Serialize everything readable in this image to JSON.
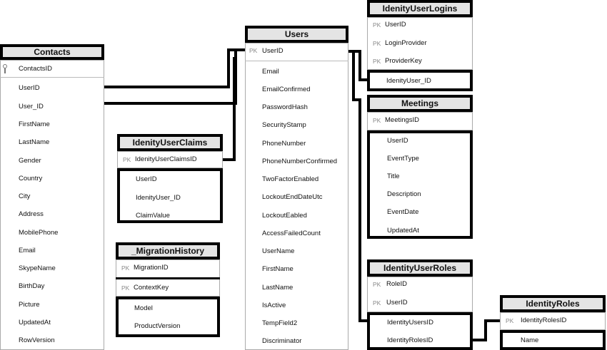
{
  "tables": {
    "contacts": {
      "title": "Contacts",
      "pk": "ContactsID",
      "fields": [
        "UserID",
        "User_ID",
        "FirstName",
        "LastName",
        "Gender",
        "Country",
        "City",
        "Address",
        "MobilePhone",
        "Email",
        "SkypeName",
        "BirthDay",
        "Picture",
        "UpdatedAt",
        "RowVersion"
      ]
    },
    "users": {
      "title": "Users",
      "pk": "UserID",
      "fields": [
        "Email",
        "EmailConfirmed",
        "PasswordHash",
        "SecurityStamp",
        "PhoneNumber",
        "PhoneNumberConfirmed",
        "TwoFactorEnabled",
        "LockoutEndDateUtc",
        "LockoutEabled",
        "AccessFailedCount",
        "UserName",
        "FirstName",
        "LastName",
        "IsActive",
        "TempField2",
        "Discriminator"
      ]
    },
    "identity_user_claims": {
      "title": "IdenityUserClaims",
      "pk": "IdenityUserClaimsID",
      "fields": [
        "UserID",
        "IdenityUser_ID",
        "ClaimValue"
      ]
    },
    "migration_history": {
      "title": "_MigrationHistory",
      "pks": [
        "MigrationID",
        "ContextKey"
      ],
      "fields": [
        "Model",
        "ProductVersion"
      ]
    },
    "identity_user_logins": {
      "title": "IdenityUserLogins",
      "pks": [
        "UserID",
        "LoginProvider",
        "ProviderKey"
      ],
      "fields": [
        "IdenityUser_ID"
      ]
    },
    "meetings": {
      "title": "Meetings",
      "pk": "MeetingsID",
      "fields": [
        "UserID",
        "EventType",
        "Title",
        "Description",
        "EventDate",
        "UpdatedAt"
      ]
    },
    "identity_user_roles": {
      "title": "IdentityUserRoles",
      "pks": [
        "RoleID",
        "UserID"
      ],
      "fields": [
        "IdentityUsersID",
        "IdentityRolesID"
      ]
    },
    "identity_roles": {
      "title": "IdentityRoles",
      "pk": "IdentityRolesID",
      "fields": [
        "Name"
      ]
    }
  },
  "pk_marker": "PK",
  "colors": {
    "header_bg": "#e4e4e4",
    "line": "#000000",
    "pk_text": "#888888"
  }
}
